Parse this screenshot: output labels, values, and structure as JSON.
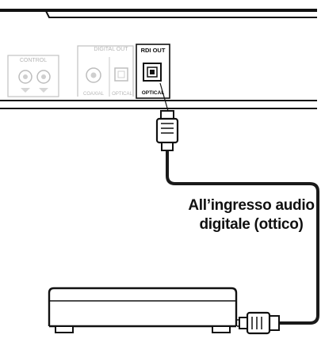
{
  "panel_labels": {
    "control": "CONTROL",
    "digital_out": "DIGITAL OUT",
    "coaxial": "COAXIAL",
    "optical_small": "OPTICAL",
    "rdi_out": "RDI OUT",
    "optical": "OPTICAL"
  },
  "callout": {
    "line1": "All’ingresso audio",
    "line2": "digitale (ottico)"
  },
  "colors": {
    "ink": "#111111",
    "faded": "#b5b5b5",
    "cable": "#1a1a1a"
  }
}
